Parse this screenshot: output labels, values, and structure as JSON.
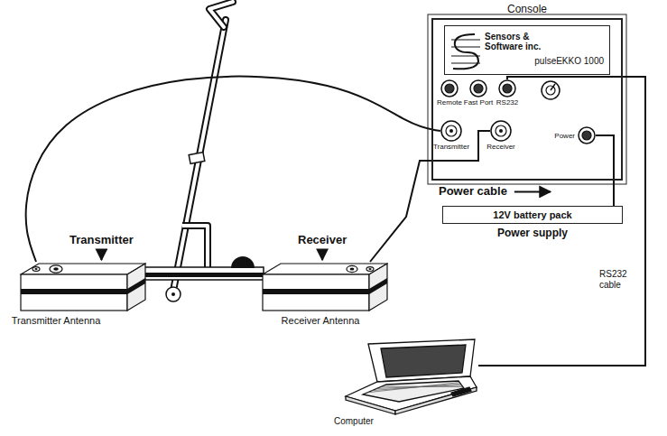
{
  "diagram": {
    "nodes": [
      {
        "text": [
          "Console"
        ]
      },
      {
        "text": [
          "Sensors & Software inc.",
          "pulseEKKO 1000"
        ],
        "in": 0
      },
      {
        "text": [
          "Remote"
        ],
        "in": 0
      },
      {
        "text": [
          "Fast Port"
        ],
        "in": 0
      },
      {
        "text": [
          "RS232"
        ],
        "in": 0
      },
      {
        "text": [
          "Power"
        ],
        "in": 0
      },
      {
        "text": [
          "Transmitter"
        ],
        "in": 0
      },
      {
        "text": [
          "Receiver"
        ],
        "in": 0
      },
      {
        "text": [
          "Transmitter",
          "Transmitter Antenna"
        ]
      },
      {
        "text": [
          "Receiver",
          "Receiver Antenna"
        ]
      },
      {
        "text": [
          "12V battery pack",
          "Power supply"
        ]
      },
      {
        "text": [
          "Computer"
        ]
      }
    ],
    "edges": [
      {
        "from": 8,
        "to": 6,
        "arrow": "none"
      },
      {
        "from": 9,
        "to": 7,
        "arrow": "none"
      },
      {
        "from": 10,
        "to": 5,
        "label": "Power cable",
        "arrow": "none"
      },
      {
        "from": 11,
        "to": 4,
        "label": "RS232 cable",
        "arrow": "none"
      }
    ]
  }
}
